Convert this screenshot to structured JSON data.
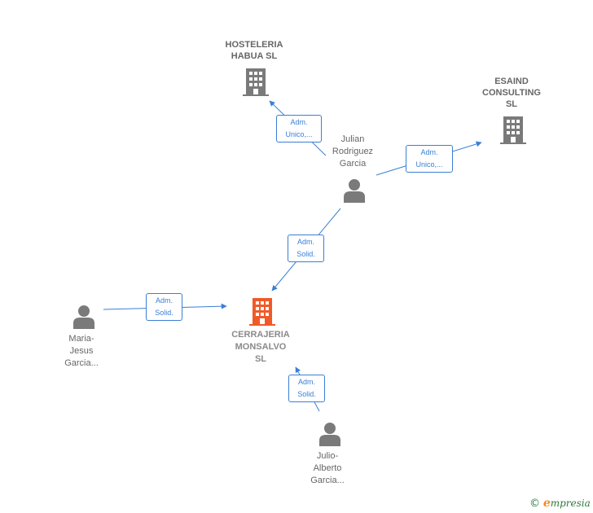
{
  "nodes": {
    "hosteleria": {
      "label": "HOSTELERIA\nHABUA  SL"
    },
    "esaind": {
      "label": "ESAIND\nCONSULTING\nSL"
    },
    "julian": {
      "label": "Julian\nRodriguez\nGarcia"
    },
    "cerrajeria": {
      "label": "CERRAJERIA\nMONSALVO\nSL"
    },
    "maria": {
      "label": "Maria-\nJesus\nGarcia..."
    },
    "julio": {
      "label": "Julio-\nAlberto\nGarcia..."
    }
  },
  "edges": {
    "julian_hosteleria": "Adm.\nUnico,...",
    "julian_esaind": "Adm.\nUnico,...",
    "julian_cerrajeria": "Adm.\nSolid.",
    "maria_cerrajeria": "Adm.\nSolid.",
    "julio_cerrajeria": "Adm.\nSolid."
  },
  "colors": {
    "edge": "#3a7fd5",
    "company_icon": "#7a7a7a",
    "main_company_icon": "#f05a28",
    "person_icon": "#7a7a7a"
  },
  "brand": {
    "symbol": "©",
    "initial": "e",
    "rest": "mpresia"
  }
}
